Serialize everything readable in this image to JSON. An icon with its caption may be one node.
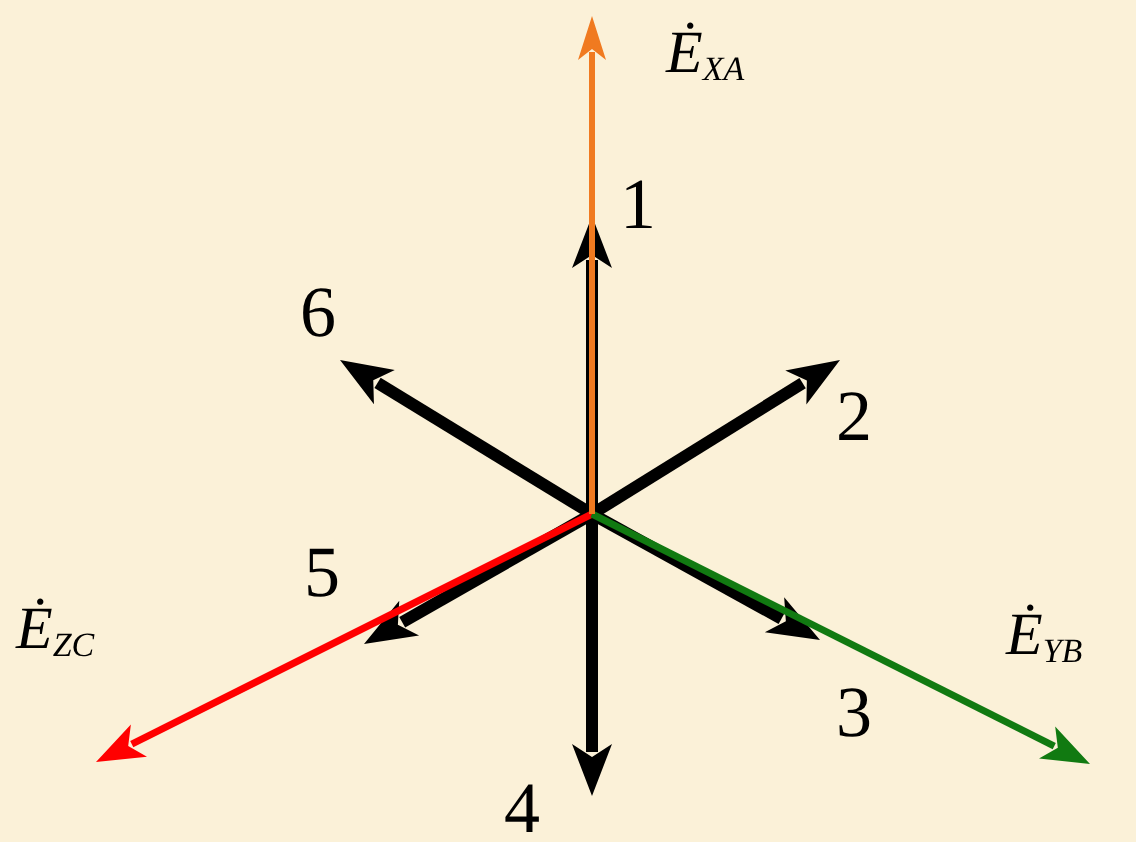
{
  "diagram": {
    "labels": [
      "Ė$_{XA}$",
      "1",
      "6",
      "2",
      "5",
      "Ė$_{ZC}$",
      "Ė$_{YB}$",
      "3",
      "4"
    ]
  }
}
